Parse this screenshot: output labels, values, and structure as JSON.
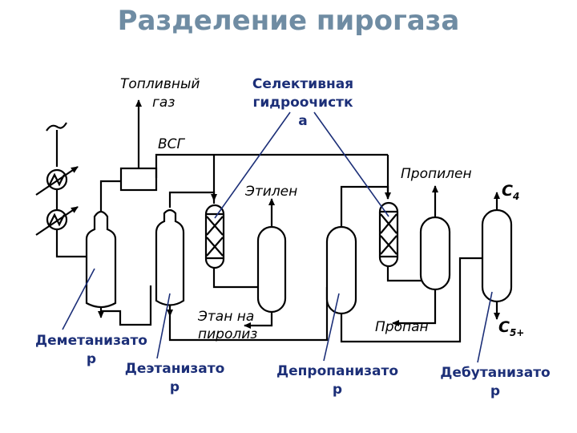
{
  "title": "Разделение пирогаза",
  "stream_labels": {
    "fuel_gas_line1": "Топливный",
    "fuel_gas_line2": "газ",
    "vsg": "ВСГ",
    "ethylene": "Этилен",
    "propylene": "Пропилен",
    "ethane_line1": "Этан на",
    "ethane_line2": "пиролиз",
    "propane": "Пропан",
    "c4_main": "С",
    "c4_sub": "4",
    "c5_main": "С",
    "c5_sub": "5+"
  },
  "callouts": {
    "selective_line1": "Селективная",
    "selective_line2": "гидроочистк",
    "selective_line3": "а",
    "demethanizer_line1": "Деметанизато",
    "demethanizer_line2": "р",
    "deethanizer_line1": "Деэтанизато",
    "deethanizer_line2": "р",
    "depropanizer_line1": "Депропанизато",
    "depropanizer_line2": "р",
    "debutanizer_line1": "Дебутанизато",
    "debutanizer_line2": "р"
  },
  "colors": {
    "title": "#6f8ca3",
    "callout": "#1c2f78"
  }
}
